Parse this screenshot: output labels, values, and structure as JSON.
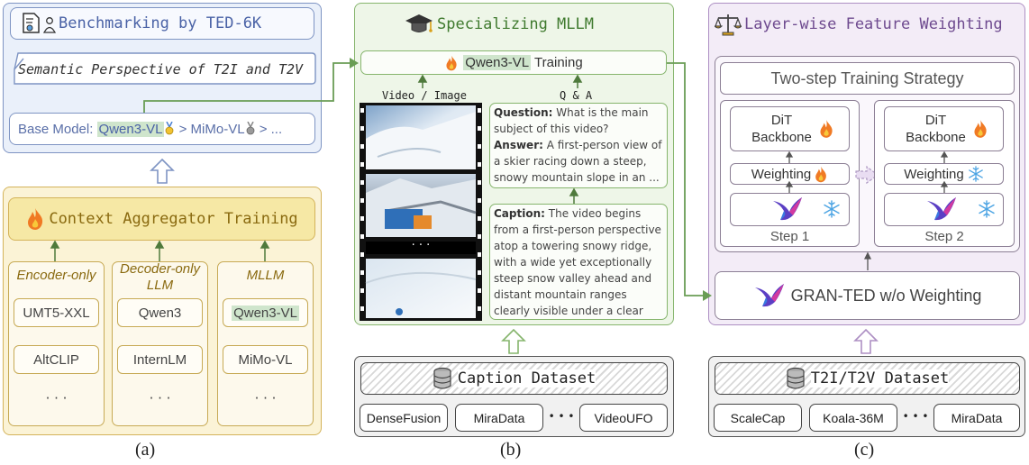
{
  "panel_a": {
    "title": "Benchmarking by TED-6K",
    "subtitle": "Semantic Perspective of T2I and T2V",
    "base_model": {
      "prefix": "Base Model: ",
      "first": "Qwen3-VL",
      "sep1": " > ",
      "second": "MiMo-VL",
      "sep2": " > ..."
    },
    "training_title": "Context Aggregator Training",
    "columns": [
      {
        "title": "Encoder-only",
        "items": [
          "UMT5-XXL",
          "AltCLIP",
          "· · ·"
        ]
      },
      {
        "title": "Decoder-only LLM",
        "items": [
          "Qwen3",
          "InternLM",
          "· · ·"
        ]
      },
      {
        "title": "MLLM",
        "items": [
          "Qwen3-VL",
          "MiMo-VL",
          "· · ·"
        ]
      }
    ],
    "label": "(a)"
  },
  "panel_b": {
    "title": "Specializing MLLM",
    "training_model": "Qwen3-VL",
    "training_suffix": " Training",
    "video_label": "Video / Image",
    "qa_label": "Q & A",
    "film_dots": "· · ·",
    "question_label": "Question:",
    "question": " What is the main subject of this video?",
    "answer_label": "Answer:",
    "answer": " A first-person view of a skier racing down a steep, snowy mountain slope in an ...",
    "caption_label": "Caption:",
    "caption": " The video begins from a first-person perspective atop a towering snowy ridge, with a wide yet exceptionally steep snow valley ahead and distant mountain ranges clearly visible under a clear blue sky. ...",
    "dataset_title": "Caption Dataset",
    "datasets": [
      "DenseFusion",
      "MiraData",
      "VideoUFO"
    ],
    "dots": "• • •",
    "label": "(b)"
  },
  "panel_c": {
    "title": "Layer-wise Feature Weighting",
    "strategy": "Two-step Training Strategy",
    "dit": "DiT Backbone",
    "weighting": "Weighting",
    "step1": "Step 1",
    "step2": "Step 2",
    "gran": "GRAN-TED w/o Weighting",
    "dataset_title": "T2I/T2V Dataset",
    "datasets": [
      "ScaleCap",
      "Koala-36M",
      "MiraData"
    ],
    "dots": "• • •",
    "label": "(c)"
  },
  "colors": {
    "blue": "#7e94c3",
    "yellow": "#d4b35a",
    "green": "#86b56d",
    "purple": "#ad8fc3",
    "arrow_green": "#6a9d55"
  }
}
